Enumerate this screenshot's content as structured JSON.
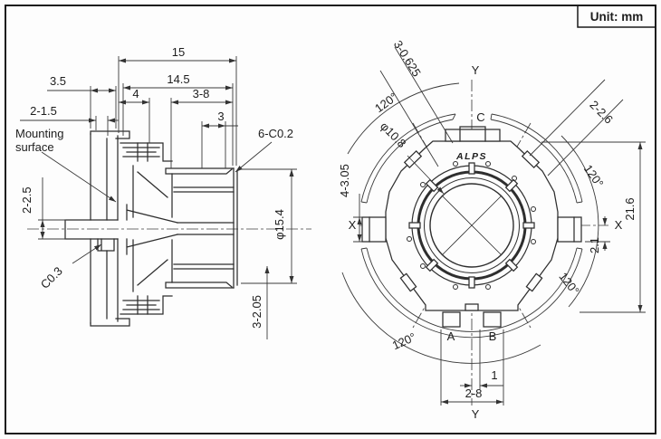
{
  "unit_label": "Unit: mm",
  "side_view": {
    "mounting_surface_line1": "Mounting",
    "mounting_surface_line2": "surface",
    "dims": {
      "overall_15": "15",
      "d14_5": "14.5",
      "d4": "4",
      "d3_8": "3-8",
      "d3": "3",
      "d3_5": "3.5",
      "d2_1_5": "2-1.5",
      "d2_2_5": "2-2.5",
      "chamfer_c03": "C0.3",
      "chamfer_6c02": "6-C0.2",
      "dia_15_4": "φ15.4",
      "d3_2_05": "3-2.05"
    }
  },
  "front_view": {
    "logo": "ALPS",
    "axes": {
      "x": "X",
      "y": "Y"
    },
    "terminals": {
      "a": "A",
      "b": "B",
      "c": "C"
    },
    "dims": {
      "d3_0625": "3-0.625",
      "d2_2_6": "2-2.6",
      "dia_10_8": "φ10.8",
      "d4_3_05": "4-3.05",
      "d21_6": "21.6",
      "d2_1": "2.1",
      "d1": "1",
      "d2_8": "2-8",
      "angle_120": "120°"
    }
  }
}
